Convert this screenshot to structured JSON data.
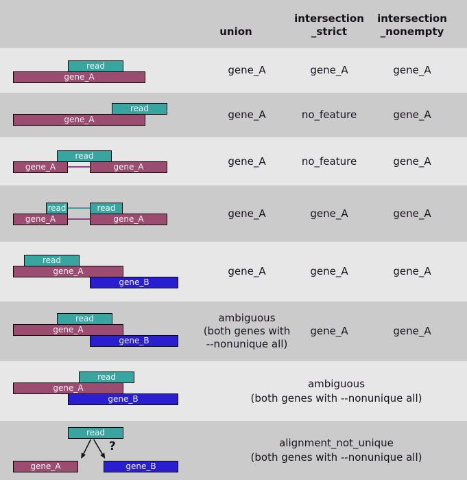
{
  "header": {
    "union": "union",
    "intersection_strict": "intersection\n_strict",
    "intersection_nonempty": "intersection\n_nonempty"
  },
  "labels": {
    "read": "read",
    "gene_a": "gene_A",
    "gene_b": "gene_B",
    "question_mark": "?"
  },
  "rows": [
    {
      "union": "gene_A",
      "intersection_strict": "gene_A",
      "intersection_nonempty": "gene_A"
    },
    {
      "union": "gene_A",
      "intersection_strict": "no_feature",
      "intersection_nonempty": "gene_A"
    },
    {
      "union": "gene_A",
      "intersection_strict": "no_feature",
      "intersection_nonempty": "gene_A"
    },
    {
      "union": "gene_A",
      "intersection_strict": "gene_A",
      "intersection_nonempty": "gene_A"
    },
    {
      "union": "gene_A",
      "intersection_strict": "gene_A",
      "intersection_nonempty": "gene_A"
    },
    {
      "union": "ambiguous\n(both genes with\n--nonunique all)",
      "intersection_strict": "gene_A",
      "intersection_nonempty": "gene_A"
    },
    {
      "merged": "ambiguous\n(both genes with --nonunique all)"
    },
    {
      "merged": "alignment_not_unique\n(both genes with --nonunique all)"
    }
  ],
  "colors": {
    "row_light": "#e7e7e7",
    "row_dark": "#cbcbcb",
    "read_fill": "#38a5a0",
    "gene_a_fill": "#9c4c70",
    "gene_b_fill": "#2a1fd0",
    "box_border": "#000000",
    "box_text": "#f2f2f2",
    "table_text": "#16121c",
    "read_connector": "#3f9d99",
    "gene_connector": "#8a4687",
    "arrow_color": "#111111"
  }
}
